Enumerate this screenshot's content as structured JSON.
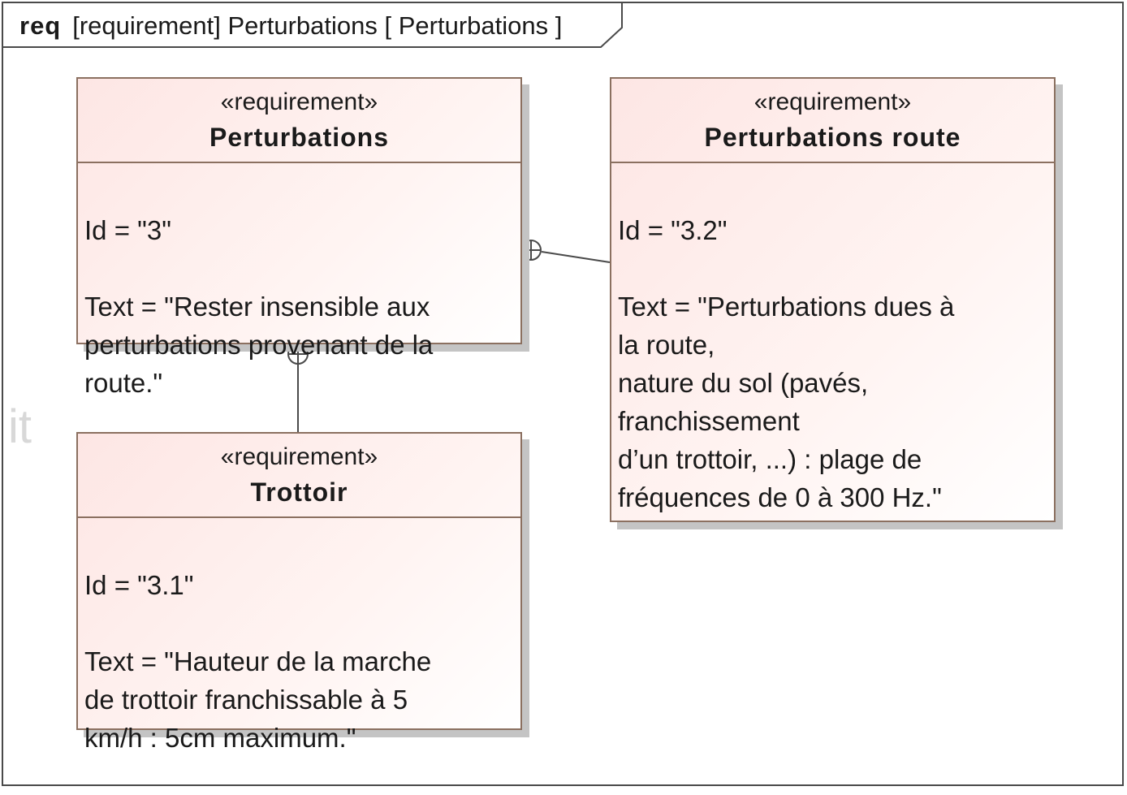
{
  "frame": {
    "kind": "req",
    "title": "[requirement] Perturbations [ Perturbations ]"
  },
  "watermark": "it",
  "requirements": [
    {
      "stereotype": "«requirement»",
      "name": "Perturbations",
      "id_line": "Id = \"3\"",
      "text_line": "Text = \"Rester insensible aux\nperturbations provenant de la\nroute.\""
    },
    {
      "stereotype": "«requirement»",
      "name": "Perturbations route",
      "id_line": "Id = \"3.2\"",
      "text_line": "Text = \"Perturbations dues à\nla route,\nnature du sol (pavés,\nfranchissement\nd’un trottoir, ...) : plage de\nfréquences de 0 à 300 Hz.\""
    },
    {
      "stereotype": "«requirement»",
      "name": "Trottoir",
      "id_line": "Id = \"3.1\"",
      "text_line": "Text = \"Hauteur de la marche\nde trottoir franchissable à 5\nkm/h : 5cm maximum.\""
    }
  ],
  "relations": [
    {
      "type": "containment",
      "parent": "Perturbations",
      "child": "Perturbations route"
    },
    {
      "type": "containment",
      "parent": "Perturbations",
      "child": "Trottoir"
    }
  ]
}
